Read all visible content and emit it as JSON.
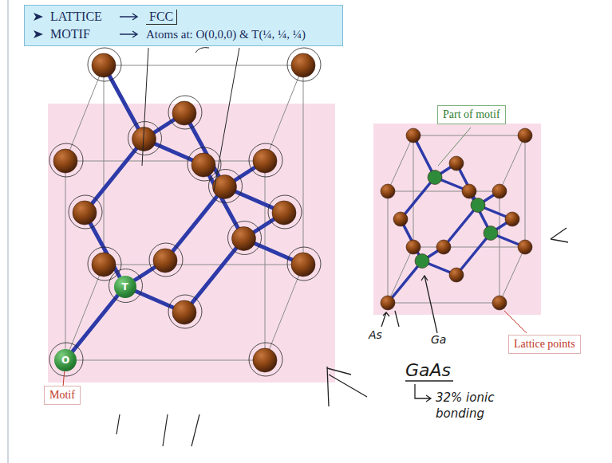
{
  "diagram": {
    "nodes": [
      {
        "text": [
          "LATTICE",
          "FCC",
          "MOTIF",
          "Atoms at: O(0,0,0) & T(¼, ¼, ¼)"
        ]
      },
      {
        "text": [
          "O"
        ]
      },
      {
        "text": [
          "T"
        ]
      },
      {
        "text": [
          "Motif"
        ]
      },
      {
        "text": [
          "Part of motif"
        ]
      },
      {
        "text": [
          "Lattice points"
        ]
      }
    ],
    "edges": [
      {
        "from": 3,
        "to": 1,
        "arrow": "none"
      }
    ],
    "labels": [
      "As",
      "Ga",
      "GaAs",
      "32% ionic bonding"
    ]
  }
}
